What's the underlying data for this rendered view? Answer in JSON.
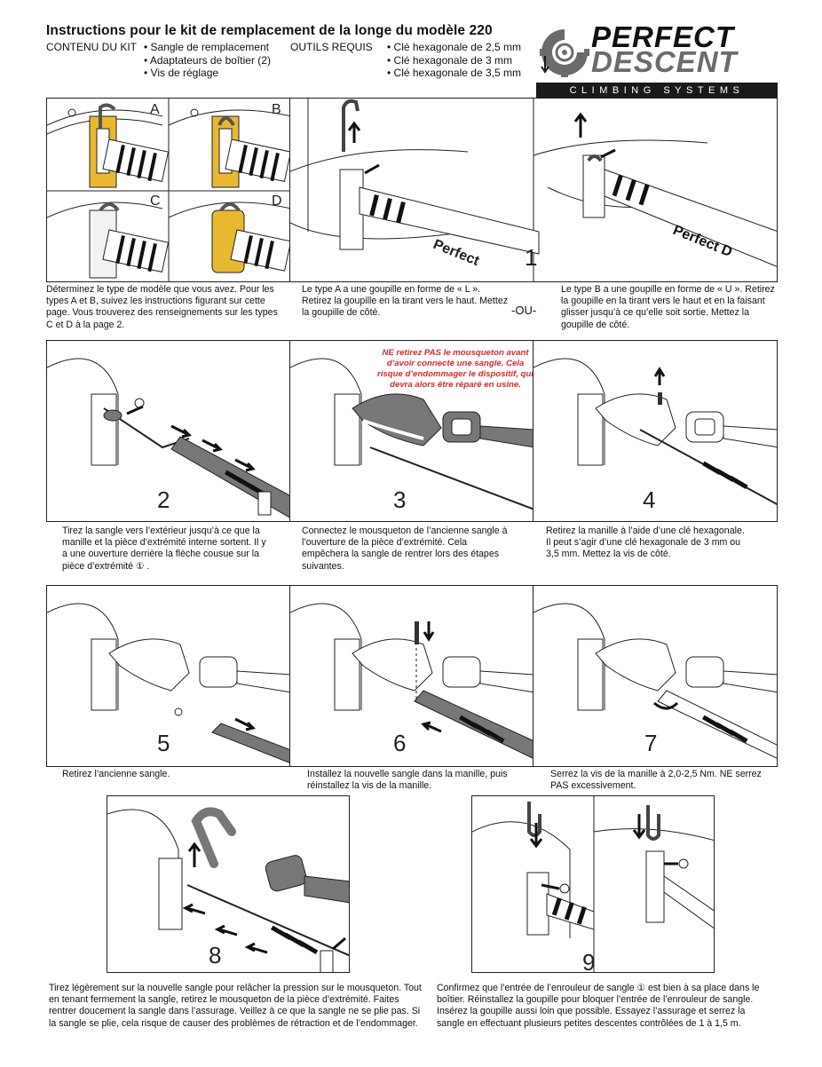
{
  "header": {
    "title": "Instructions pour le kit de remplacement de la longe du modèle 220",
    "contents_label": "CONTENU DU KIT",
    "contents_items": [
      "• Sangle de remplacement",
      "• Adaptateurs de boîtier (2)",
      "• Vis de réglage"
    ],
    "tools_label": "OUTILS REQUIS",
    "tools_items": [
      "• Clé hexagonale de 2,5 mm",
      "• Clé hexagonale de 3 mm",
      "• Clé hexagonale de 3,5 mm"
    ]
  },
  "logo": {
    "line1": "PERFECT",
    "line2": "DESCENT",
    "tagline": "CLIMBING SYSTEMS"
  },
  "intro": {
    "letters": [
      "A",
      "B",
      "C",
      "D"
    ],
    "caption_types": "Déterminez le type de modèle que vous avez. Pour les types A et B, suivez les instructions figurant sur cette page. Vous trouverez des renseignements sur les types C et D à la page 2.",
    "caption_a": "Le type A a une goupille en forme de « L ». Retirez la goupille en la tirant vers le haut. Mettez la goupille de côté.",
    "or": "-OU-",
    "caption_b": "Le type B a une goupille en forme de « U ». Retirez la goupille en la tirant vers le haut et en la faisant glisser jusqu’à ce qu’elle soit sortie. Mettez la goupille de côté.",
    "step1": "1",
    "strap_brand": "Perfect D"
  },
  "steps": [
    {
      "num": "2",
      "caption": "Tirez la sangle vers l’extérieur jusqu’à ce que la manille et la pièce d’extrémité interne sortent. Il y a une ouverture derrière la flèche cousue sur la pièce d’extrémité ① ."
    },
    {
      "num": "3",
      "caption": "Connectez le mousqueton de l’ancienne sangle à l’ouverture de la pièce d’extrémité. Cela empêchera la sangle de rentrer lors des étapes suivantes.",
      "warning": "NE retirez PAS le mousqueton avant d’avoir connecté une sangle. Cela risque d’endommager le dispositif, qui devra alors être réparé en usine."
    },
    {
      "num": "4",
      "caption": "Retirez la manille à l’aide d’une clé hexagonale. Il peut s’agir d’une clé hexagonale de 3 mm ou 3,5 mm. Mettez la vis de côté."
    },
    {
      "num": "5",
      "caption": "Retirez l’ancienne sangle."
    },
    {
      "num": "6",
      "caption": "Installez la nouvelle sangle dans la manille, puis réinstallez la vis de la manille."
    },
    {
      "num": "7",
      "caption": "Serrez la vis de la manille à 2,0-2,5 Nm. NE serrez PAS excessivement."
    },
    {
      "num": "8",
      "caption": "Tirez légèrement sur la nouvelle sangle pour relâcher la pression sur le mousqueton. Tout en tenant fermement la sangle, retirez le mousqueton de la pièce d’extrémité. Faites rentrer doucement la sangle dans l’assurage. Veillez à ce que la sangle ne se plie pas. Si la sangle se plie, cela risque de causer des problèmes de rétraction et de l’endommager."
    },
    {
      "num": "9",
      "caption": "Confirmez que l’entrée de l’enrouleur de sangle ① est bien à sa place dans le boîtier. Réinstallez la goupille pour bloquer l’entrée de l’enrouleur de sangle. Insérez la goupille aussi loin que possible. Essayez l’assurage et serrez la sangle en effectuant plusieurs petites descentes contrôlées de 1 à 1,5 m."
    }
  ],
  "colors": {
    "warning": "#d6282c",
    "adapter_yellow": "#e8b830",
    "strap_gray": "#6e6e6e",
    "logo_dark": "#1a1a1a"
  }
}
